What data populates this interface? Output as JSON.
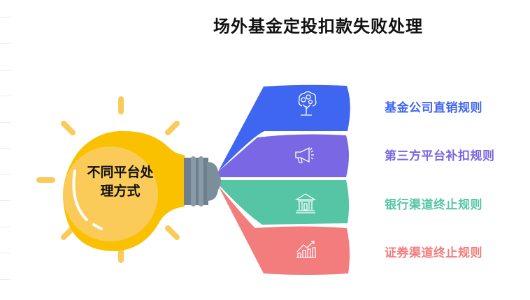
{
  "title": "场外基金定投扣款失败处理",
  "center": {
    "label_line1": "不同平台处",
    "label_line2": "理方式",
    "icon": "lightbulb-icon",
    "bulb_color": "#F9C100",
    "bulb_light_color": "#FBCB59",
    "ray_color": "#FBCB59",
    "socket_color": "#6E7F8D"
  },
  "branches": [
    {
      "label": "基金公司直销规则",
      "icon": "money-tree-icon",
      "color": "#3F66F0"
    },
    {
      "label": "第三方平台补扣规则",
      "icon": "megaphone-icon",
      "color": "#7A67E3"
    },
    {
      "label": "银行渠道终止规则",
      "icon": "bank-building-icon",
      "color": "#55C5A6"
    },
    {
      "label": "证券渠道终止规则",
      "icon": "growth-chart-icon",
      "color": "#F27D7C"
    }
  ]
}
